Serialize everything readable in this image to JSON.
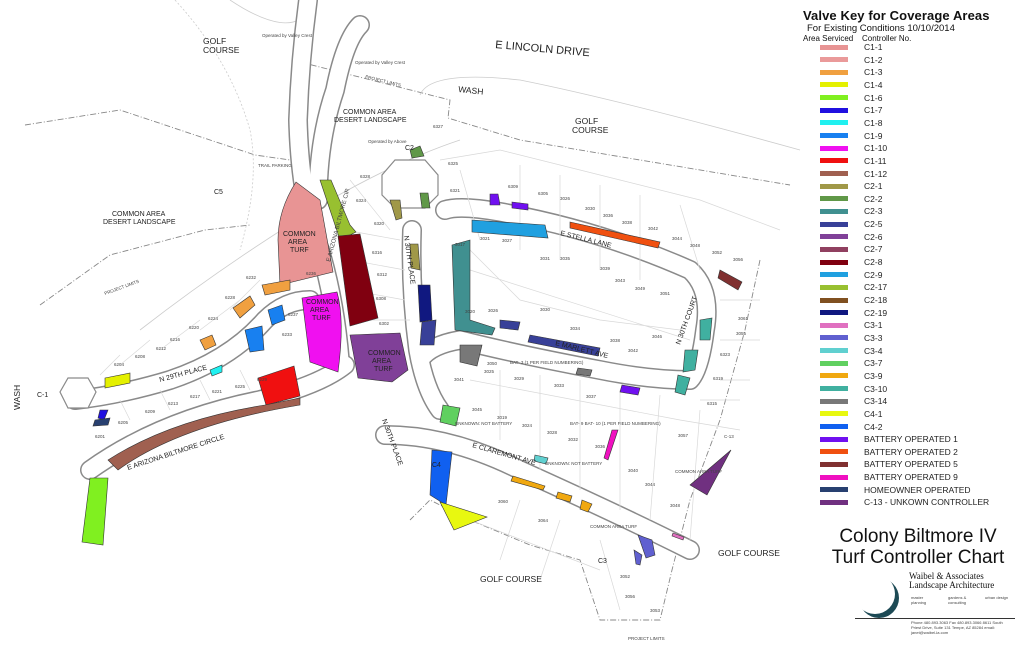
{
  "map": {
    "areas": {
      "golf_course": "GOLF COURSE",
      "golf_nw_1": "GOLF",
      "golf_nw_2": "COURSE",
      "wash": "WASH",
      "desert_1": "COMMON AREA",
      "desert_2": "DESERT LANDSCAPE",
      "turf_1": "COMMON",
      "turf_2": "AREA",
      "turf_3": "TURF",
      "common_area_turf": "COMMON AREA TURF",
      "trail_parking": "TRAIL PARKING",
      "project_limits": "PROJECT LIMITS",
      "operated_valley_crest": "Operated by Valley Crest",
      "operated_above": "Operated by Above",
      "unknown_not_battery": "UNKNOWN: NOT BATTERY",
      "bat_field": "BAT- 3 (1 PER FIELD NUMBERING)",
      "bat_9_10": "BAT- 9 BAT- 10 (1 PER FIELD NUMBERING)"
    },
    "streets": {
      "lincoln": "E LINCOLN DRIVE",
      "stella": "E STELLA LANE",
      "marlett": "E MARLETT AVE",
      "claremont": "E CLAREMONT AVE",
      "biltmore_circle": "E ARIZONA BILTMORE CIRCLE",
      "biltmore_cir": "E ARIZONA BILTMORE CIR",
      "n29": "N 29TH PLACE",
      "n30": "N 30TH PLACE",
      "n30court": "N 30TH COURT"
    },
    "controllers": {
      "c1": "C-1",
      "c2": "C2",
      "c3": "C3",
      "c4": "C4",
      "c5": "C5",
      "c13": "C-13"
    },
    "lots": [
      "6327",
      "6325",
      "6321",
      "6328",
      "6324",
      "6320",
      "6316",
      "6312",
      "6308",
      "6302",
      "6236",
      "6232",
      "6228",
      "6224",
      "6220",
      "6216",
      "6212",
      "6208",
      "6204",
      "6201",
      "6205",
      "6209",
      "6213",
      "6217",
      "6221",
      "6225",
      "6229",
      "6233",
      "6237",
      "3017",
      "3021",
      "3027",
      "3031",
      "3035",
      "3039",
      "3043",
      "3049",
      "3051",
      "3020",
      "3026",
      "3030",
      "3034",
      "3038",
      "3042",
      "3046",
      "3050",
      "3025",
      "3029",
      "3033",
      "3037",
      "3041",
      "3045",
      "3019",
      "3024",
      "3028",
      "3032",
      "3036",
      "3040",
      "3044",
      "3048",
      "3052",
      "3056",
      "3053",
      "3057",
      "3061",
      "3055",
      "6323",
      "6319",
      "6315",
      "6309",
      "6305",
      "3026",
      "3030",
      "3036",
      "3038",
      "3042",
      "3044",
      "3048",
      "3052",
      "3056",
      "3060",
      "3064"
    ]
  },
  "legend": {
    "title": "Valve Key for Coverage Areas",
    "subtitle": "For Existing Conditions 10/10/2014",
    "col_area": "Area Serviced",
    "col_controller": "Controller No.",
    "items": [
      {
        "label": "C1-1",
        "color": "#e89494"
      },
      {
        "label": "C1-2",
        "color": "#ea9a9a"
      },
      {
        "label": "C1-3",
        "color": "#f0a040"
      },
      {
        "label": "C1-4",
        "color": "#e4f000"
      },
      {
        "label": "C1-6",
        "color": "#80f020"
      },
      {
        "label": "C1-7",
        "color": "#2010e0"
      },
      {
        "label": "C1-8",
        "color": "#20f0f0"
      },
      {
        "label": "C1-9",
        "color": "#1880f0"
      },
      {
        "label": "C1-10",
        "color": "#f010f0"
      },
      {
        "label": "C1-11",
        "color": "#f01010"
      },
      {
        "label": "C1-12",
        "color": "#a06050"
      },
      {
        "label": "C2-1",
        "color": "#a09848"
      },
      {
        "label": "C2-2",
        "color": "#609848"
      },
      {
        "label": "C2-3",
        "color": "#409090"
      },
      {
        "label": "C2-5",
        "color": "#384098"
      },
      {
        "label": "C2-6",
        "color": "#804098"
      },
      {
        "label": "C2-7",
        "color": "#904060"
      },
      {
        "label": "C2-8",
        "color": "#800010"
      },
      {
        "label": "C2-9",
        "color": "#20a0e0"
      },
      {
        "label": "C2-17",
        "color": "#98c030"
      },
      {
        "label": "C2-18",
        "color": "#805020"
      },
      {
        "label": "C2-19",
        "color": "#101880"
      },
      {
        "label": "C3-1",
        "color": "#e070c0"
      },
      {
        "label": "C3-3",
        "color": "#6060d0"
      },
      {
        "label": "C3-4",
        "color": "#60d0d0"
      },
      {
        "label": "C3-7",
        "color": "#60d060"
      },
      {
        "label": "C3-9",
        "color": "#f0a810"
      },
      {
        "label": "C3-10",
        "color": "#40b0a0"
      },
      {
        "label": "C3-14",
        "color": "#787878"
      },
      {
        "label": "C4-1",
        "color": "#e8f810"
      },
      {
        "label": "C4-2",
        "color": "#1060f0"
      },
      {
        "label": "BATTERY OPERATED 1",
        "color": "#7010f0"
      },
      {
        "label": "BATTERY OPERATED 2",
        "color": "#f05010"
      },
      {
        "label": "BATTERY OPERATED 5",
        "color": "#803030"
      },
      {
        "label": "BATTERY OPERATED 9",
        "color": "#f010c0"
      },
      {
        "label": "HOMEOWNER OPERATED",
        "color": "#284070"
      },
      {
        "label": "C-13 - UNKOWN CONTROLLER",
        "color": "#703080"
      }
    ]
  },
  "chart_title": {
    "line1": "Colony Biltmore IV",
    "line2": "Turf Controller Chart"
  },
  "firm": {
    "name1": "Waibel & Associates",
    "name2": "Landscape Architecture",
    "svc1": "master planning",
    "svc2": "gardens & consulting",
    "svc3": "urban design",
    "contact": "Phone 480.893.3063 Fax 480.893.3066 8611 South Priest Drive, Suite 131 Tempe, AZ 85284 email: janet@waibel-la.com"
  }
}
